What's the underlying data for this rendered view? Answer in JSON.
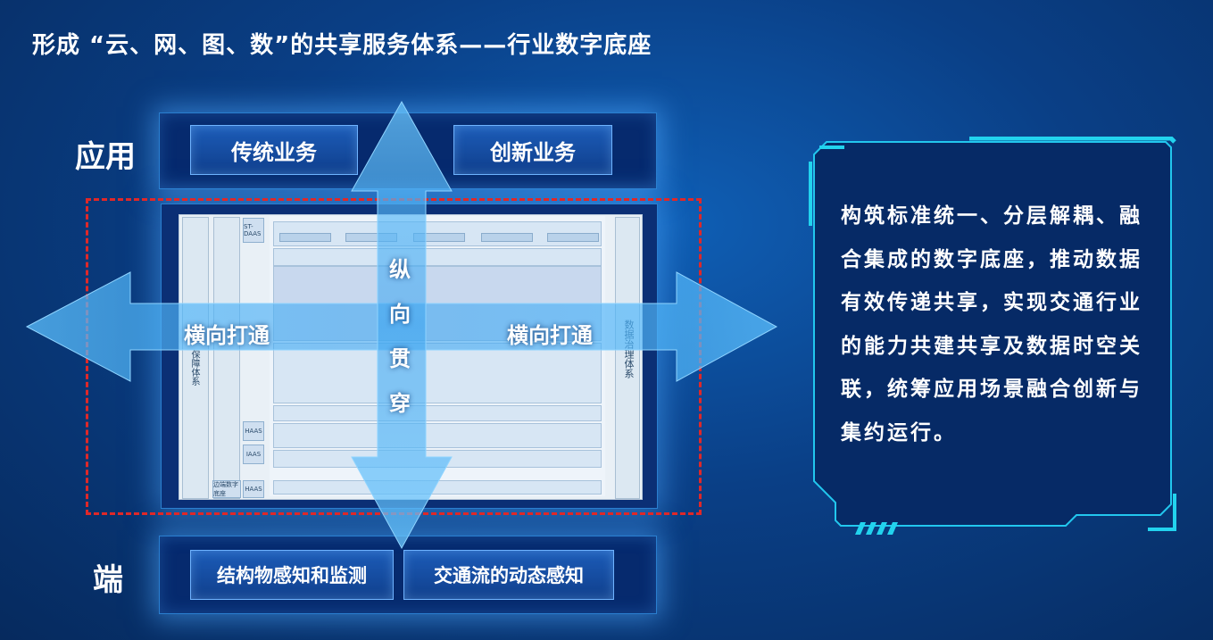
{
  "title": "形成 “云、网、图、数”的共享服务体系——行业数字底座",
  "labels": {
    "application": "应用",
    "terminal": "端"
  },
  "application_layer": {
    "left_button": "传统业务",
    "right_button": "创新业务"
  },
  "terminal_layer": {
    "left_button": "结构物感知和监测",
    "right_button": "交通流的动态感知"
  },
  "arrows": {
    "horizontal_left": "横向打通",
    "horizontal_right": "横向打通",
    "vertical": [
      "纵",
      "向",
      "贯",
      "穿"
    ]
  },
  "diagram": {
    "left_col_1": "保障体系",
    "right_col": "数据治理体系",
    "st_daas": "ST-DAAS",
    "haas_1": "HAAS",
    "haas_2": "IAAS",
    "haas_3": "HAAS",
    "edge": "边端数字底座"
  },
  "info_panel": {
    "text": "构筑标准统一、分层解耦、融合集成的数字底座，推动数据有效传递共享，实现交通行业的能力共建共享及数据时空关联，统筹应用场景融合创新与集约运行。"
  },
  "colors": {
    "background": "#0a3f86",
    "accent": "#22d3ee",
    "dashed_border": "#e02828"
  }
}
